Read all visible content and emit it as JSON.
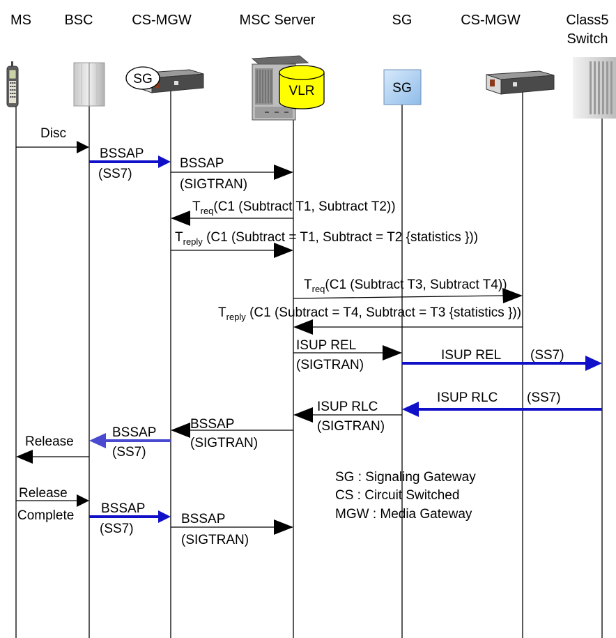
{
  "headers": {
    "ms": "MS",
    "bsc": "BSC",
    "cs_mgw_1": "CS-MGW",
    "msc_server": "MSC Server",
    "sg": "SG",
    "cs_mgw_2": "CS-MGW",
    "class5_line1": "Class5",
    "class5_line2": "Switch"
  },
  "icons": {
    "mgw1_badge": "SG",
    "vlr": "VLR",
    "sg_box": "SG"
  },
  "messages": {
    "disc": "Disc",
    "m2_line1": "BSSAP",
    "m2_line2": "(SS7)",
    "m3_line1": "BSSAP",
    "m3_line2": "(SIGTRAN)",
    "treq1_T": "T",
    "treq1_sub": "req",
    "treq1_rest": "(C1 (Subtract T1, Subtract T2))",
    "trep1_T": "T",
    "trep1_sub": "reply",
    "trep1_rest": " (C1 (Subtract = T1, Subtract = T2 {statistics }))",
    "treq2_T": "T",
    "treq2_sub": "req",
    "treq2_rest": "(C1 (Subtract T3, Subtract T4))",
    "trep2_T": "T",
    "trep2_sub": "reply",
    "trep2_rest": " (C1 (Subtract = T4, Subtract = T3 {statistics }))",
    "isup_rel_line1": "ISUP REL",
    "isup_rel_line2": "(SIGTRAN)",
    "isup_rel_ss7": "ISUP REL",
    "isup_rel_ss7_tag": "(SS7)",
    "isup_rlc_ss7": "ISUP RLC",
    "isup_rlc_ss7_tag": "(SS7)",
    "isup_rlc_line1": "ISUP RLC",
    "isup_rlc_line2": "(SIGTRAN)",
    "m11_line1": "BSSAP",
    "m11_line2": "(SIGTRAN)",
    "m12_line1": "BSSAP",
    "m12_line2": "(SS7)",
    "release": "Release",
    "rc_line1": "Release",
    "rc_line2": "Complete",
    "m15_line1": "BSSAP",
    "m15_line2": "(SS7)",
    "m16_line1": "BSSAP",
    "m16_line2": "(SIGTRAN)"
  },
  "legend": [
    "SG : Signaling Gateway",
    "CS : Circuit Switched",
    "MGW : Media Gateway"
  ],
  "colors": {
    "blue_arrow": "#1010c8",
    "lifeline": "#000000",
    "sg_box_fill": "#a9cdf2",
    "vlr_fill": "#ffff00"
  }
}
